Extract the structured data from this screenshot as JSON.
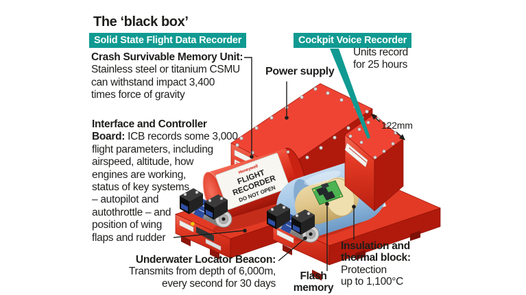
{
  "title": "The ‘black box’",
  "colors": {
    "teal": "#109a92",
    "red": "#e8391f",
    "dark_red": "#b01a0c",
    "text": "#1d1d1b",
    "pcb_green": "#4db353",
    "insulation_tan": "#e8d29a",
    "shell_blue": "#a5c8e8",
    "beacon_blue": "#2d4da0"
  },
  "tags": {
    "ssfdr": "Solid State Flight Data Recorder",
    "cvr": "Cockpit Voice Recorder"
  },
  "annotations": {
    "csmu": {
      "heading": "Crash Survivable Memory Unit:",
      "lines": [
        "Stainless steel or titanium CSMU",
        "can withstand impact 3,400",
        "times force of gravity"
      ]
    },
    "icb": {
      "heading": "Interface and Controller",
      "heading2": "Board:",
      "lines": [
        "ICB records some 3,000",
        "flight parameters, including",
        "airspeed, altitude, how",
        "engines are working,",
        "status of key systems",
        "– autopilot and",
        "autothrottle – and",
        "position of wing",
        "flaps and rudder"
      ]
    },
    "power_supply": "Power supply",
    "units_record": {
      "lines": [
        "Units record",
        "for 25 hours"
      ]
    },
    "dimension": "122mm",
    "ulb": {
      "heading": "Underwater Locator Beacon:",
      "lines": [
        "Transmits from depth of 6,000m,",
        "every second for 30 days"
      ]
    },
    "flash_memory": {
      "lines": [
        "Flash",
        "memory"
      ]
    },
    "insulation": {
      "heading_lines": [
        "Insulation and",
        "thermal block:"
      ],
      "lines": [
        "Protection",
        "up to 1,100°C"
      ]
    }
  },
  "device": {
    "brand": "Honeywell",
    "cylinder_label_lines": [
      "FLIGHT",
      "RECORDER",
      "DO NOT OPEN"
    ]
  }
}
